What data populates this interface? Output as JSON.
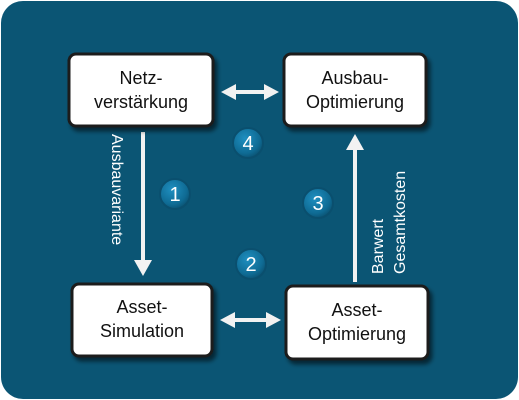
{
  "diagram": {
    "colors": {
      "background": "#0b5574",
      "box_fill": "#ffffff",
      "box_border": "#1a1a1a",
      "arrow": "#f2f2f2",
      "edge_label": "#ffffff",
      "badge_fill": "#0f6b94",
      "badge_text": "#ffffff"
    },
    "nodes": {
      "netz": {
        "line1": "Netz-",
        "line2": "verstärkung"
      },
      "ausbau": {
        "line1": "Ausbau-",
        "line2": "Optimierung"
      },
      "simulation": {
        "line1": "Asset-",
        "line2": "Simulation"
      },
      "optimierung": {
        "line1": "Asset-",
        "line2": "Optimierung"
      }
    },
    "edge_labels": {
      "ausbauvariante": "Ausbauvariante",
      "barwert": "Barwert",
      "gesamtkosten": "Gesamtkosten"
    },
    "badges": {
      "step1": "1",
      "step2": "2",
      "step3": "3",
      "step4": "4"
    }
  }
}
